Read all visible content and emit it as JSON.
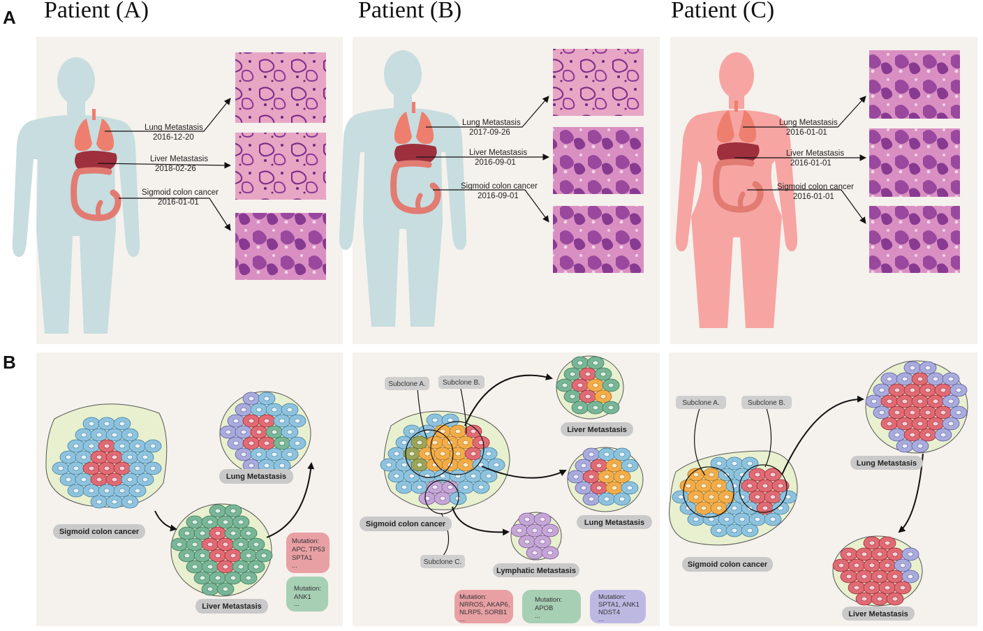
{
  "panel_letters": {
    "a": "A",
    "b": "B"
  },
  "patients": [
    {
      "title": "Patient (A)",
      "sites": [
        {
          "name": "Lung Metastasis",
          "date": "2016-12-20"
        },
        {
          "name": "Liver Metastasis",
          "date": "2018-02-26"
        },
        {
          "name": "Sigmoid colon cancer",
          "date": "2016-01-01"
        }
      ]
    },
    {
      "title": "Patient (B)",
      "sites": [
        {
          "name": "Lung Metastasis",
          "date": "2017-09-26"
        },
        {
          "name": "Liver Metastasis",
          "date": "2016-09-01"
        },
        {
          "name": "Sigmoid colon cancer",
          "date": "2016-09-01"
        }
      ]
    },
    {
      "title": "Patient (C)",
      "sites": [
        {
          "name": "Lung Metastasis",
          "date": "2016-01-01"
        },
        {
          "name": "Liver Metastasis",
          "date": "2016-01-01"
        },
        {
          "name": "Sigmoid colon cancer",
          "date": "2016-01-01"
        }
      ]
    }
  ],
  "evolution": [
    {
      "labels": {
        "primary": "Sigmoid colon cancer",
        "liver": "Liver Metastasis",
        "lung": "Lung Metastasis"
      },
      "mutations": [
        {
          "title": "Mutation:",
          "genes": [
            "APC, TP53",
            "SPTA1",
            "..."
          ],
          "color": "#e8a0a4"
        },
        {
          "title": "Mutation:",
          "genes": [
            "ANK1",
            "..."
          ],
          "color": "#a7cfb3"
        }
      ]
    },
    {
      "labels": {
        "primary": "Sigmoid colon cancer",
        "liver": "Liver Metastasis",
        "lung": "Lung Metastasis",
        "lymph": "Lymphatic Metastasis"
      },
      "subclones": [
        "Subclone A.",
        "Subclone B.",
        "Subclone C."
      ],
      "mutations": [
        {
          "title": "Mutation:",
          "genes": [
            "NRROS, AKAP6,",
            "NLRP5, SORB1",
            "..."
          ],
          "color": "#e8a0a4"
        },
        {
          "title": "Mutation:",
          "genes": [
            "APOB",
            "..."
          ],
          "color": "#a7cfb3"
        },
        {
          "title": "Mutation:",
          "genes": [
            "SPTA1, ANK1",
            "NDST4",
            "..."
          ],
          "color": "#bdb8e2"
        }
      ]
    },
    {
      "labels": {
        "primary": "Sigmoid colon cancer",
        "lung": "Lung Metastasis",
        "liver": "Liver Metastasis"
      },
      "subclones": [
        "Subclone A.",
        "Subclone B."
      ]
    }
  ],
  "colors": {
    "panel_bg": "#f5f1ec",
    "body_blue": "#c7dde0",
    "body_pink": "#f6a5a3",
    "lung": "#ee7f6e",
    "liver": "#9e2f3d",
    "colon": "#e27b72",
    "cell_blue": "#8fc3dd",
    "cell_red": "#e06b74",
    "cell_green": "#79b597",
    "cell_purple": "#a9abdc",
    "cell_orange": "#f2ad4a",
    "cell_olive": "#9aa45a",
    "cell_violet": "#c5a6d6",
    "cluster_bg": "#e8f0cf"
  }
}
